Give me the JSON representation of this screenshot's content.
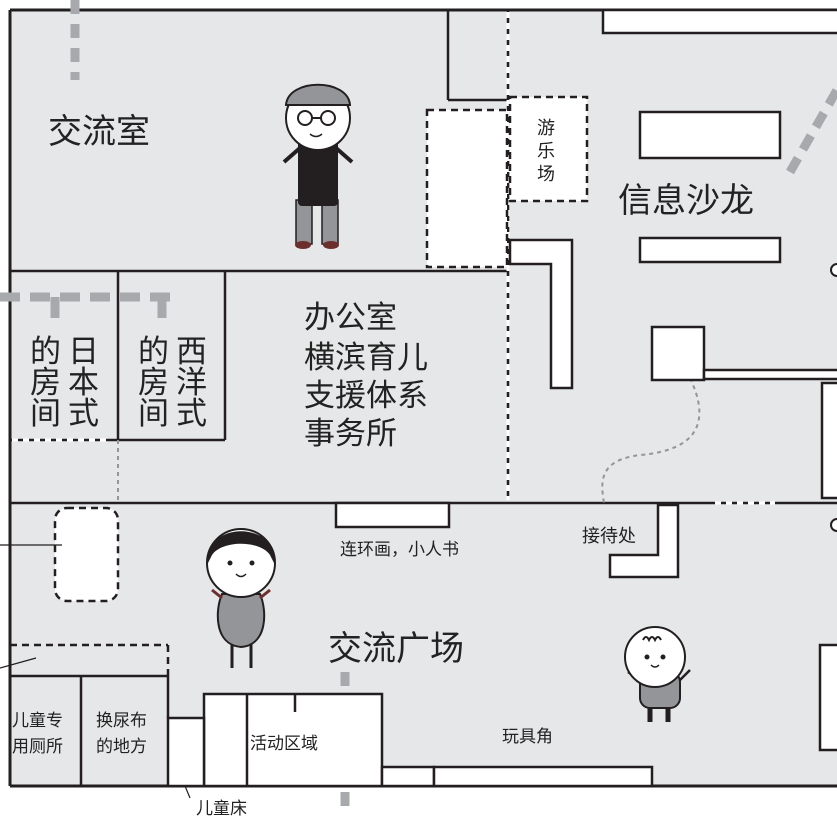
{
  "rooms": {
    "exchange_room": "交流室",
    "playground": [
      "游",
      "乐",
      "场"
    ],
    "info_salon": "信息沙龙",
    "office": [
      "办公室",
      "横滨育儿",
      "支援体系",
      "事务所"
    ],
    "japanese_room": {
      "col1": [
        "的",
        "房",
        "间"
      ],
      "col2": [
        "日",
        "本",
        "式"
      ]
    },
    "western_room": {
      "col1": [
        "的",
        "房",
        "间"
      ],
      "col2": [
        "西",
        "洋",
        "式"
      ]
    },
    "picture_books": "连环画，小人书",
    "reception": "接待处",
    "exchange_plaza": "交流广场",
    "kids_toilet": [
      "儿童专",
      "用厕所"
    ],
    "diaper_area": [
      "换尿布",
      "的地方"
    ],
    "activity_area": "活动区域",
    "toy_corner": "玩具角",
    "kids_bed": "儿童床"
  },
  "colors": {
    "floor": "#e6e7e8",
    "wall": "#231f20",
    "passage_dash": "#a7a9ac",
    "figure_fill": "#939598"
  },
  "figures": [
    "elderly-man-figure",
    "girl-figure",
    "baby-figure"
  ]
}
